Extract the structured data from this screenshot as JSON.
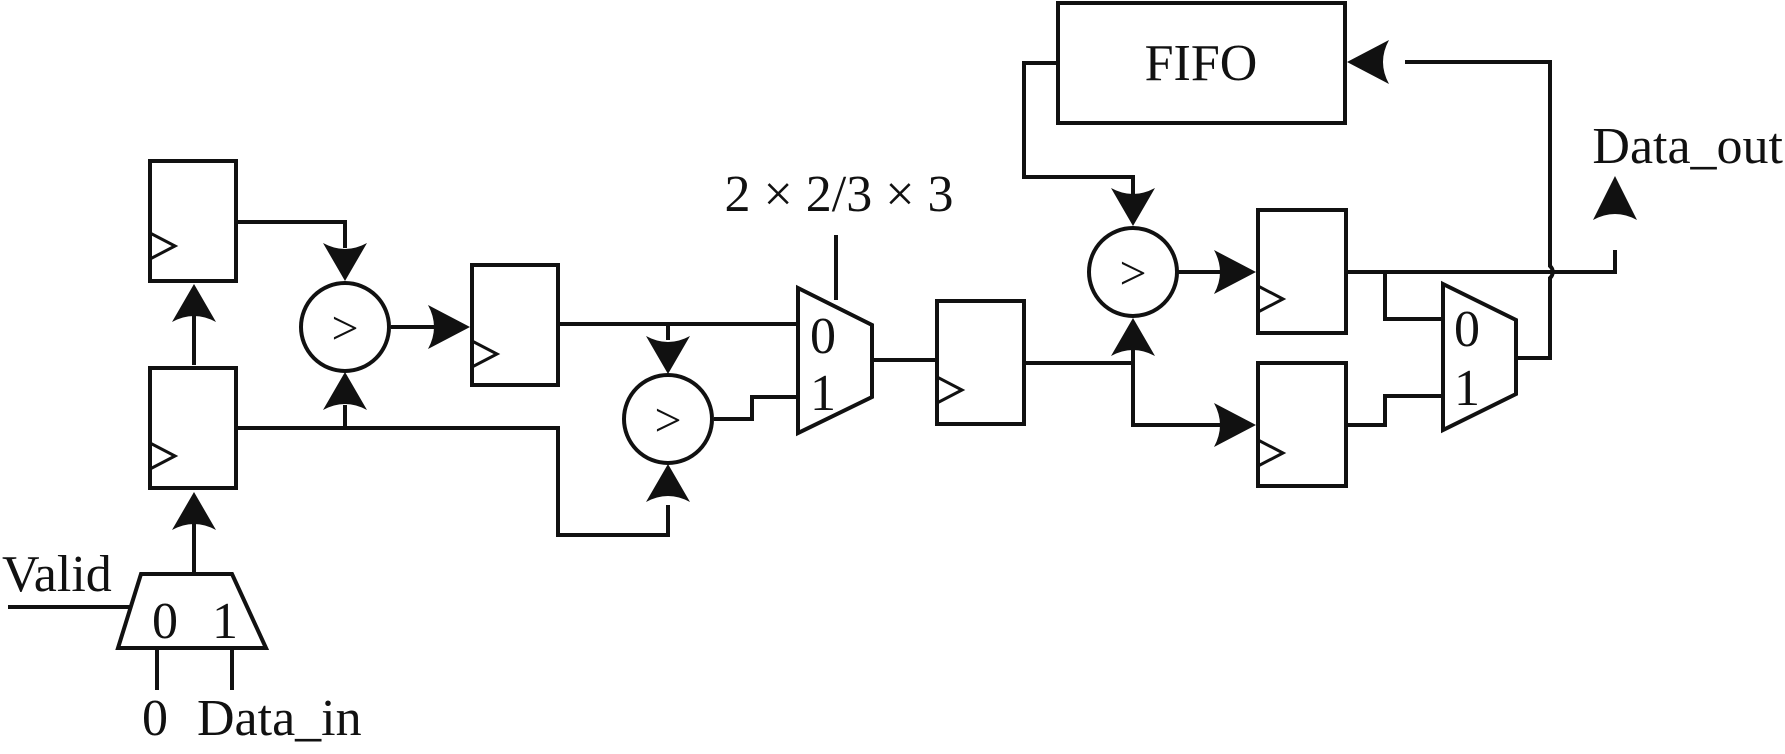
{
  "labels": {
    "valid": "Valid",
    "data_in": "Data_in",
    "zero_input": "0",
    "data_out": "Data_out",
    "fifo": "FIFO",
    "formula": "2 × 2/3 × 3",
    "comparator_symbol": ">",
    "mux_in0": "0",
    "mux_in1": "1"
  },
  "colors": {
    "ink": "#111111",
    "background": "#ffffff"
  }
}
